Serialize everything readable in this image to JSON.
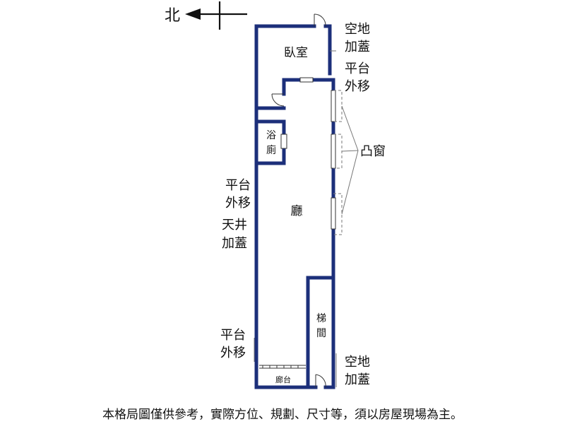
{
  "compass": {
    "label": "北",
    "icon": "north-arrow-icon"
  },
  "rooms": {
    "bedroom": "臥室",
    "bathroom": [
      "浴",
      "廁"
    ],
    "living": "廳",
    "stairs": [
      "梯",
      "間"
    ],
    "porch": "廊台"
  },
  "annotations": {
    "top_right_1": [
      "空地",
      "加蓋"
    ],
    "top_right_2": [
      "平台",
      "外移"
    ],
    "bay_window": "凸窗",
    "left_mid_1": [
      "平台",
      "外移"
    ],
    "left_mid_2": [
      "天井",
      "加蓋"
    ],
    "left_bottom": [
      "平台",
      "外移"
    ],
    "bottom_right": [
      "空地",
      "加蓋"
    ]
  },
  "disclaimer": "本格局圖僅供參考，實際方位、規劃、尺寸等，須以房屋現場為主。",
  "colors": {
    "wall": "#1c2f7a",
    "text": "#111111"
  }
}
